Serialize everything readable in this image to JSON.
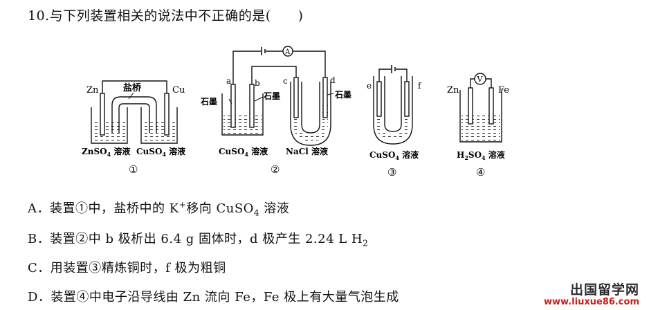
{
  "question": {
    "number": "10.",
    "stem": "与下列装置相关的说法中不正确的是(　　)"
  },
  "figure": {
    "d1": {
      "zn": "Zn",
      "cu": "Cu",
      "bridge": "盐桥",
      "sol_left": "ZnSO",
      "sol_left_sub": "4",
      "sol_left_tail": " 溶液",
      "sol_right": "CuSO",
      "sol_right_sub": "4",
      "sol_right_tail": " 溶液",
      "num": "①"
    },
    "d2": {
      "a": "a",
      "b": "b",
      "c": "c",
      "d": "d",
      "graphite_l": "石墨",
      "graphite_m": "石墨",
      "graphite_r": "石墨",
      "ammeter": "A",
      "sol_left": "CuSO",
      "sol_left_sub": "4",
      "sol_left_tail": " 溶液",
      "sol_right": "NaCl 溶液",
      "num": "②"
    },
    "d3": {
      "e": "e",
      "f": "f",
      "sol": "CuSO",
      "sol_sub": "4",
      "sol_tail": " 溶液",
      "num": "③"
    },
    "d4": {
      "zn": "Zn",
      "fe": "Fe",
      "voltmeter": "V",
      "sol": "H",
      "sol_sub": "2",
      "sol_mid": "SO",
      "sol_sub2": "4",
      "sol_tail": " 溶液",
      "num": "④"
    }
  },
  "options": {
    "a": {
      "prefix": "A．装置①中，盐桥中的 K",
      "sup": "+",
      "mid": "移向 CuSO",
      "sub": "4",
      "tail": " 溶液"
    },
    "b": {
      "prefix": "B．装置②中 b 极析出 6.4 g 固体时，d 极产生 2.24 L H",
      "sub": "2"
    },
    "c": {
      "text": "C．用装置③精炼铜时，f 极为粗铜"
    },
    "d": {
      "text": "D．装置④中电子沿导线由 Zn 流向 Fe，Fe 极上有大量气泡生成"
    }
  },
  "watermark": {
    "site_cn": "出国留学网",
    "url": "www.liuxue86.com"
  }
}
